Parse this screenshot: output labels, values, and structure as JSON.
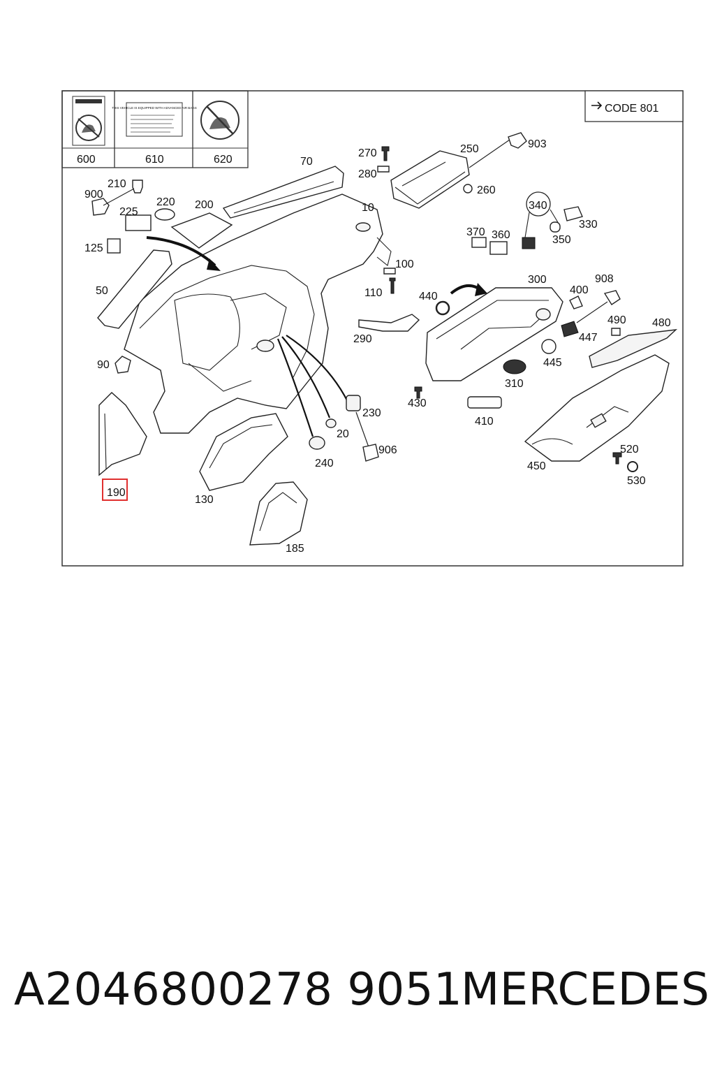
{
  "code_box": {
    "label": "CODE 801"
  },
  "info_panels": [
    {
      "number": "600"
    },
    {
      "number": "610",
      "caption": "THIS VEHICLE IS EQUIPPED WITH ADVANCED AIR BAGS"
    },
    {
      "number": "620"
    }
  ],
  "callouts": {
    "c10": "10",
    "c20": "20",
    "c50": "50",
    "c70": "70",
    "c90": "90",
    "c100": "100",
    "c110": "110",
    "c125": "125",
    "c130": "130",
    "c185": "185",
    "c190": "190",
    "c200": "200",
    "c210": "210",
    "c220": "220",
    "c225": "225",
    "c230": "230",
    "c240": "240",
    "c250": "250",
    "c260": "260",
    "c270": "270",
    "c280": "280",
    "c290": "290",
    "c300": "300",
    "c310": "310",
    "c330": "330",
    "c340": "340",
    "c350": "350",
    "c360": "360",
    "c370": "370",
    "c400": "400",
    "c410": "410",
    "c430": "430",
    "c440": "440",
    "c445": "445",
    "c447": "447",
    "c450": "450",
    "c480": "480",
    "c490": "490",
    "c520": "520",
    "c530": "530",
    "c900": "900",
    "c903": "903",
    "c906": "906",
    "c908": "908"
  },
  "highlight": {
    "part": "190",
    "color": "#e0302f"
  },
  "footer": {
    "part_number": "A2046800278 9051",
    "brand": "MERCEDES"
  }
}
